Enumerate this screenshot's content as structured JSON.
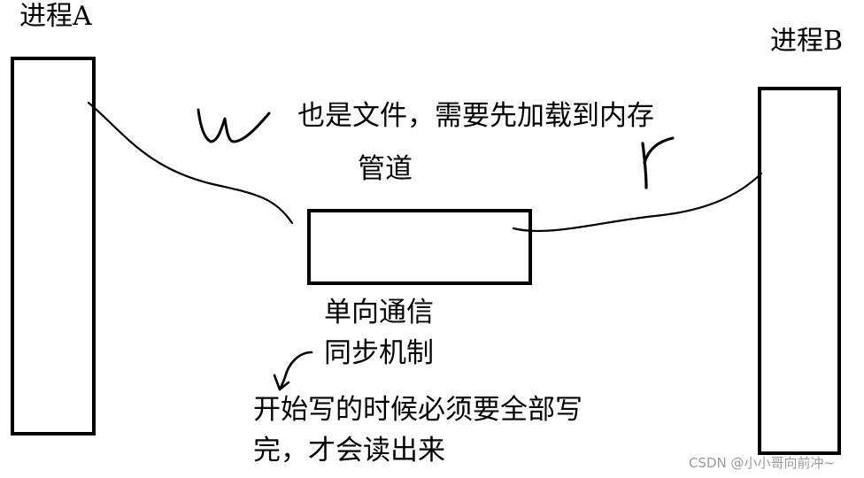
{
  "nodes": {
    "process_a": {
      "label": "进程A"
    },
    "process_b": {
      "label": "进程B"
    },
    "pipe": {
      "label": "管道"
    }
  },
  "annotations": {
    "file_note": "也是文件，需要先加载到内存",
    "unidirectional": "单向通信",
    "sync": "同步机制",
    "rule_line1": "开始写的时候必须要全部写",
    "rule_line2": "完，才会读出来"
  },
  "handwriting": {
    "write_mark": "w",
    "read_mark": "r"
  },
  "watermark": "CSDN @小小哥向前冲~",
  "colors": {
    "ink": "#000000",
    "background": "#ffffff",
    "watermark": "#9a9a9a"
  }
}
